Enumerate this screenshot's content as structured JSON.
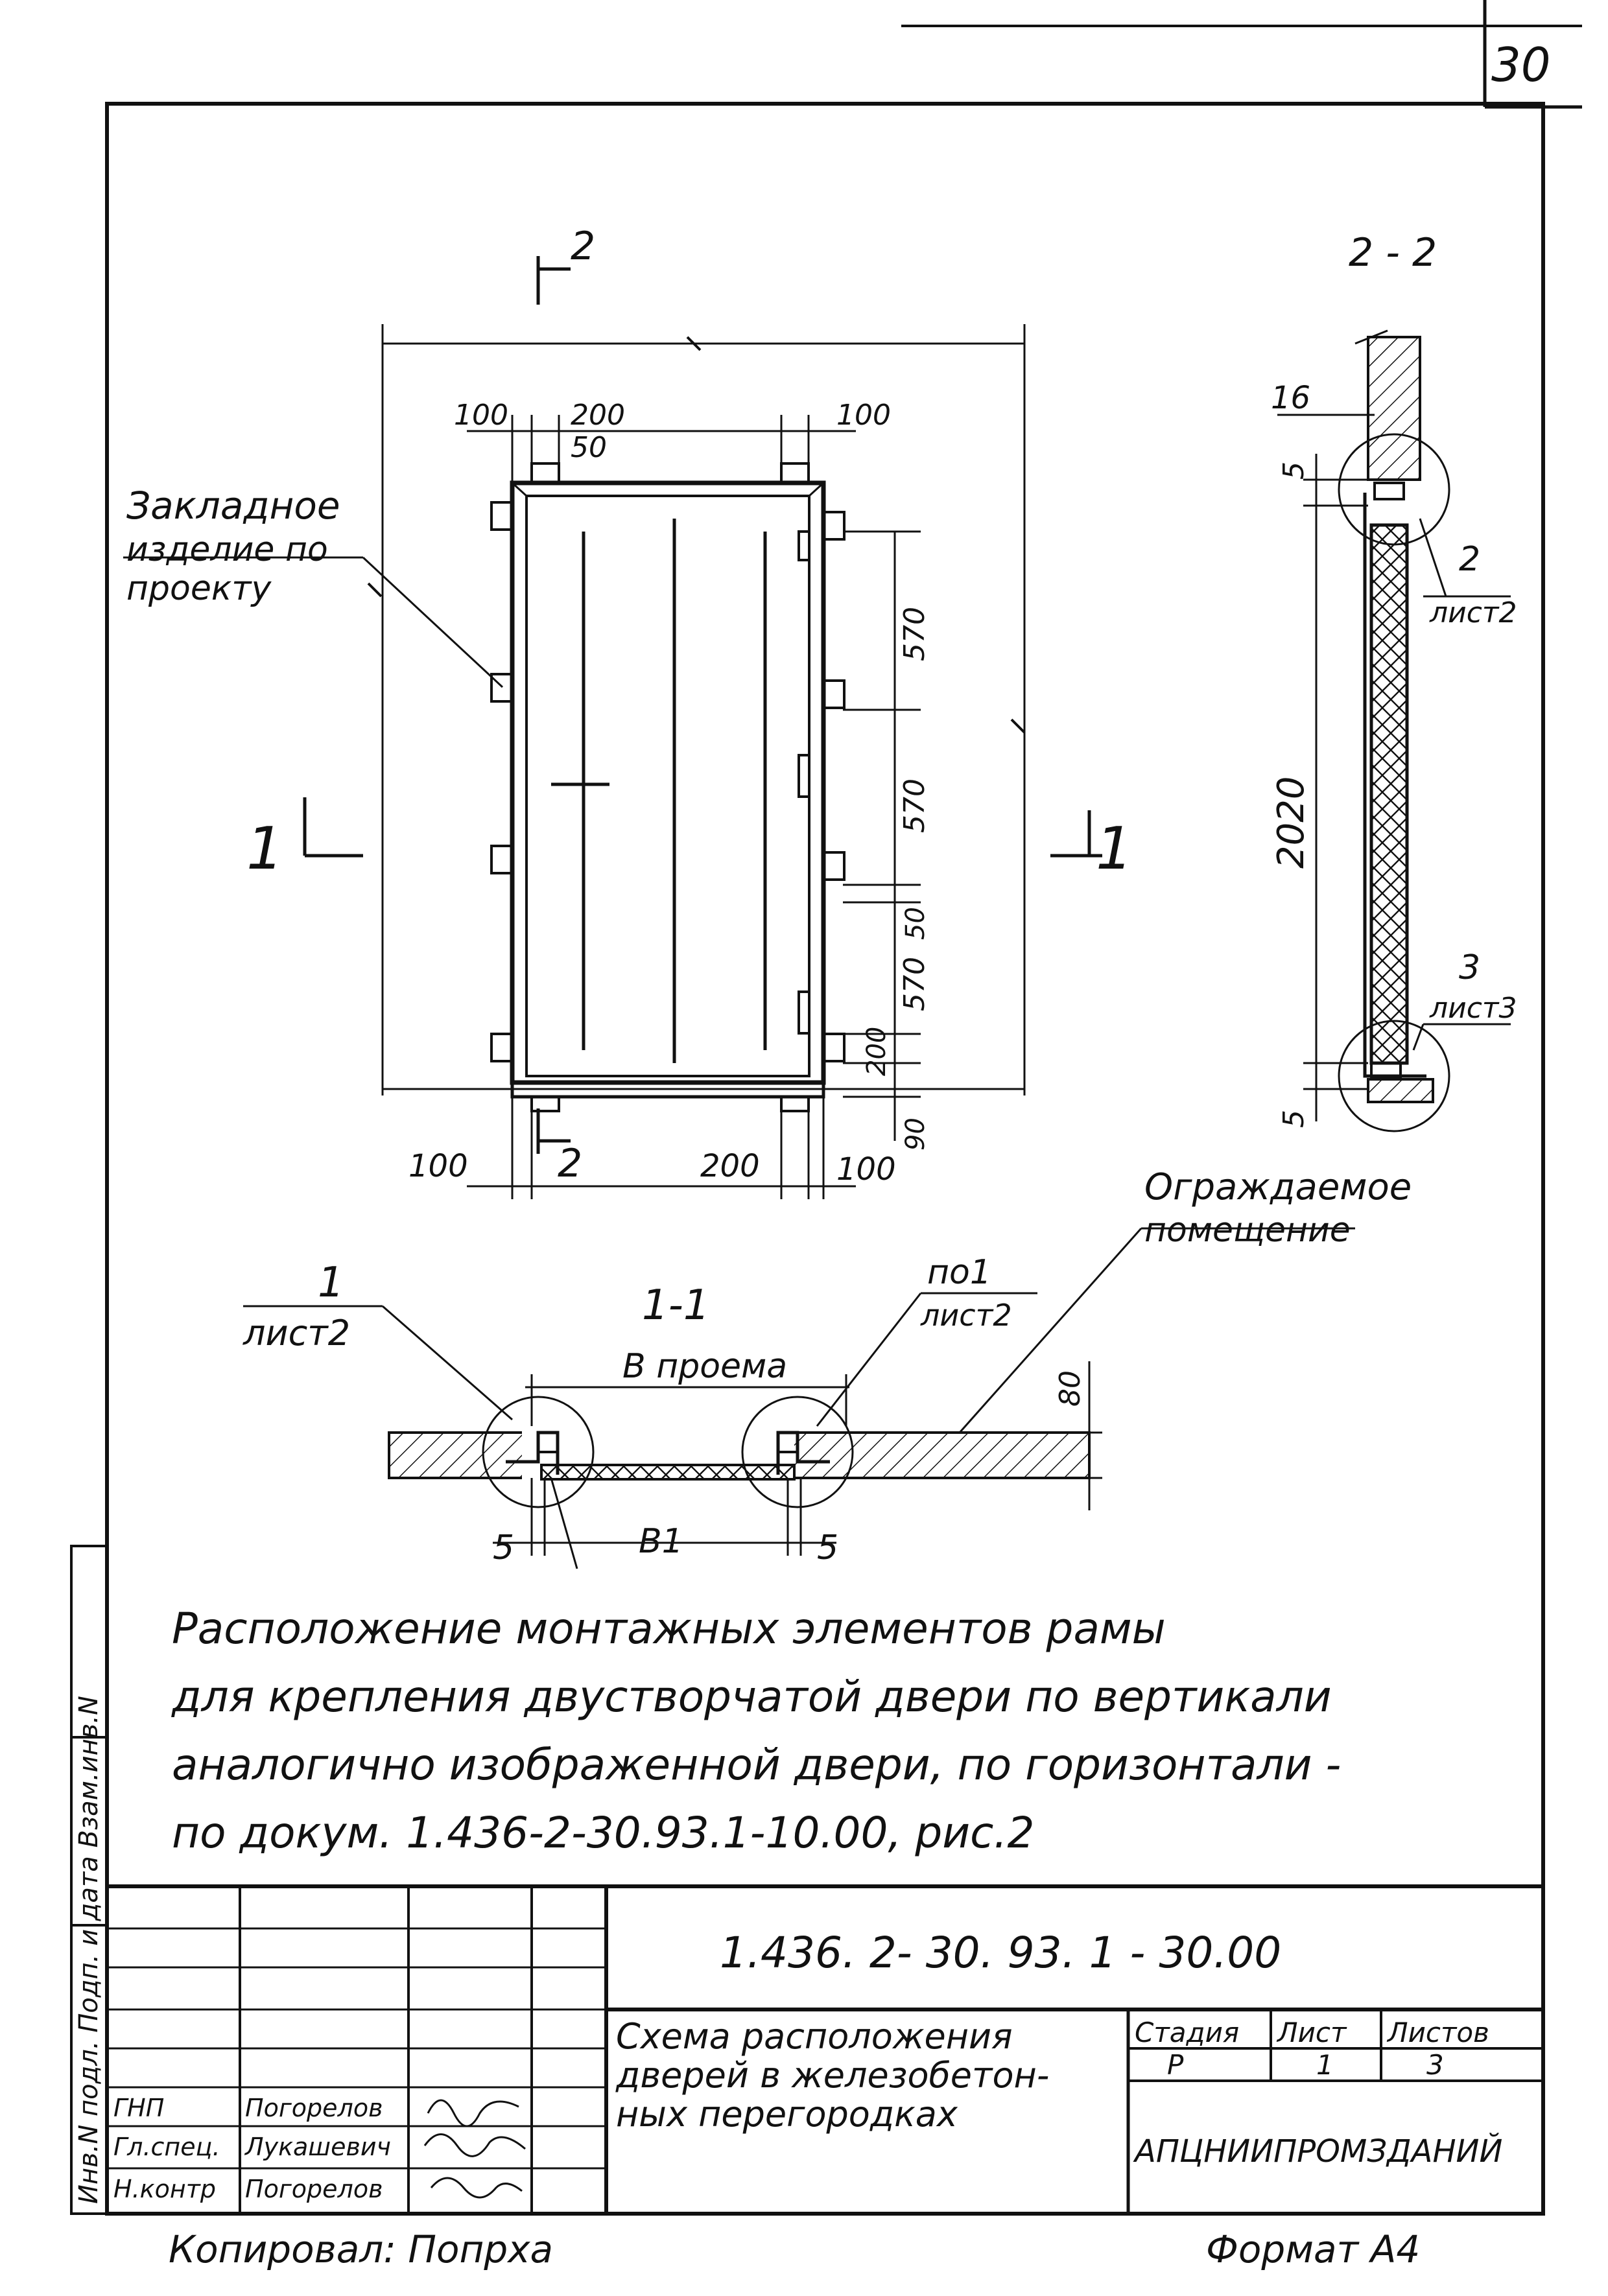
{
  "sheet": {
    "page_number": "30",
    "stamp": "1.436. 2- 30. 93. 1 - 30.00",
    "title_lines": [
      "Схема расположения",
      "дверей в железобетон-",
      "ных перегородках"
    ],
    "stage_label": "Стадия",
    "sheet_label": "Лист",
    "sheets_label": "Листов",
    "stage_value": "Р",
    "sheet_value": "1",
    "sheets_value": "3",
    "organization": "АПЦНИИПРОМЗДАНИЙ",
    "copied_by": "Копировал: Попрха",
    "format": "Формат А4",
    "side_label": "Инв.N подл. Подп. и дата Взам.инв.N",
    "staff": [
      {
        "role": "ГНП",
        "name": "Погорелов"
      },
      {
        "role": "Гл.спец.",
        "name": "Лукашевич"
      },
      {
        "role": "Н.контр",
        "name": "Погорелов"
      }
    ]
  },
  "elevation": {
    "section_mark": "2",
    "cut_mark_left": "1",
    "cut_mark_right": "1",
    "dim_top": [
      "100",
      "200",
      "50",
      "100"
    ],
    "dim_right": [
      "570",
      "570",
      "50",
      "570",
      "200",
      "90"
    ],
    "dim_bottom": [
      "100",
      "200",
      "100"
    ],
    "label_embedded": [
      "Закладное",
      "изделие по",
      "проекту"
    ]
  },
  "section_22": {
    "title": "2 - 2",
    "dim_16": "16",
    "dim_5_top": "5",
    "dim_2020": "2020",
    "dim_5_bottom": "5",
    "callout_top_num": "2",
    "callout_top_sheet": "лист2",
    "callout_bottom_num": "3",
    "callout_bottom_sheet": "лист3"
  },
  "section_11": {
    "title": "1-1",
    "subtitle": "В проема",
    "label_fenced": [
      "Ограждаемое",
      "помещение"
    ],
    "callout_left_num": "1",
    "callout_left_sheet": "лист2",
    "callout_right_num": "по1",
    "callout_right_sheet": "лист2",
    "dim_80": "80",
    "dim_5_left": "5",
    "dim_b1": "В1",
    "dim_5_right": "5"
  },
  "note": {
    "lines": [
      "Расположение монтажных элементов рамы",
      "для крепления двустворчатой двери по вертикали",
      "аналогично изображенной двери, по горизонтали -",
      "по докум. 1.436-2-30.93.1-10.00, рис.2"
    ]
  }
}
